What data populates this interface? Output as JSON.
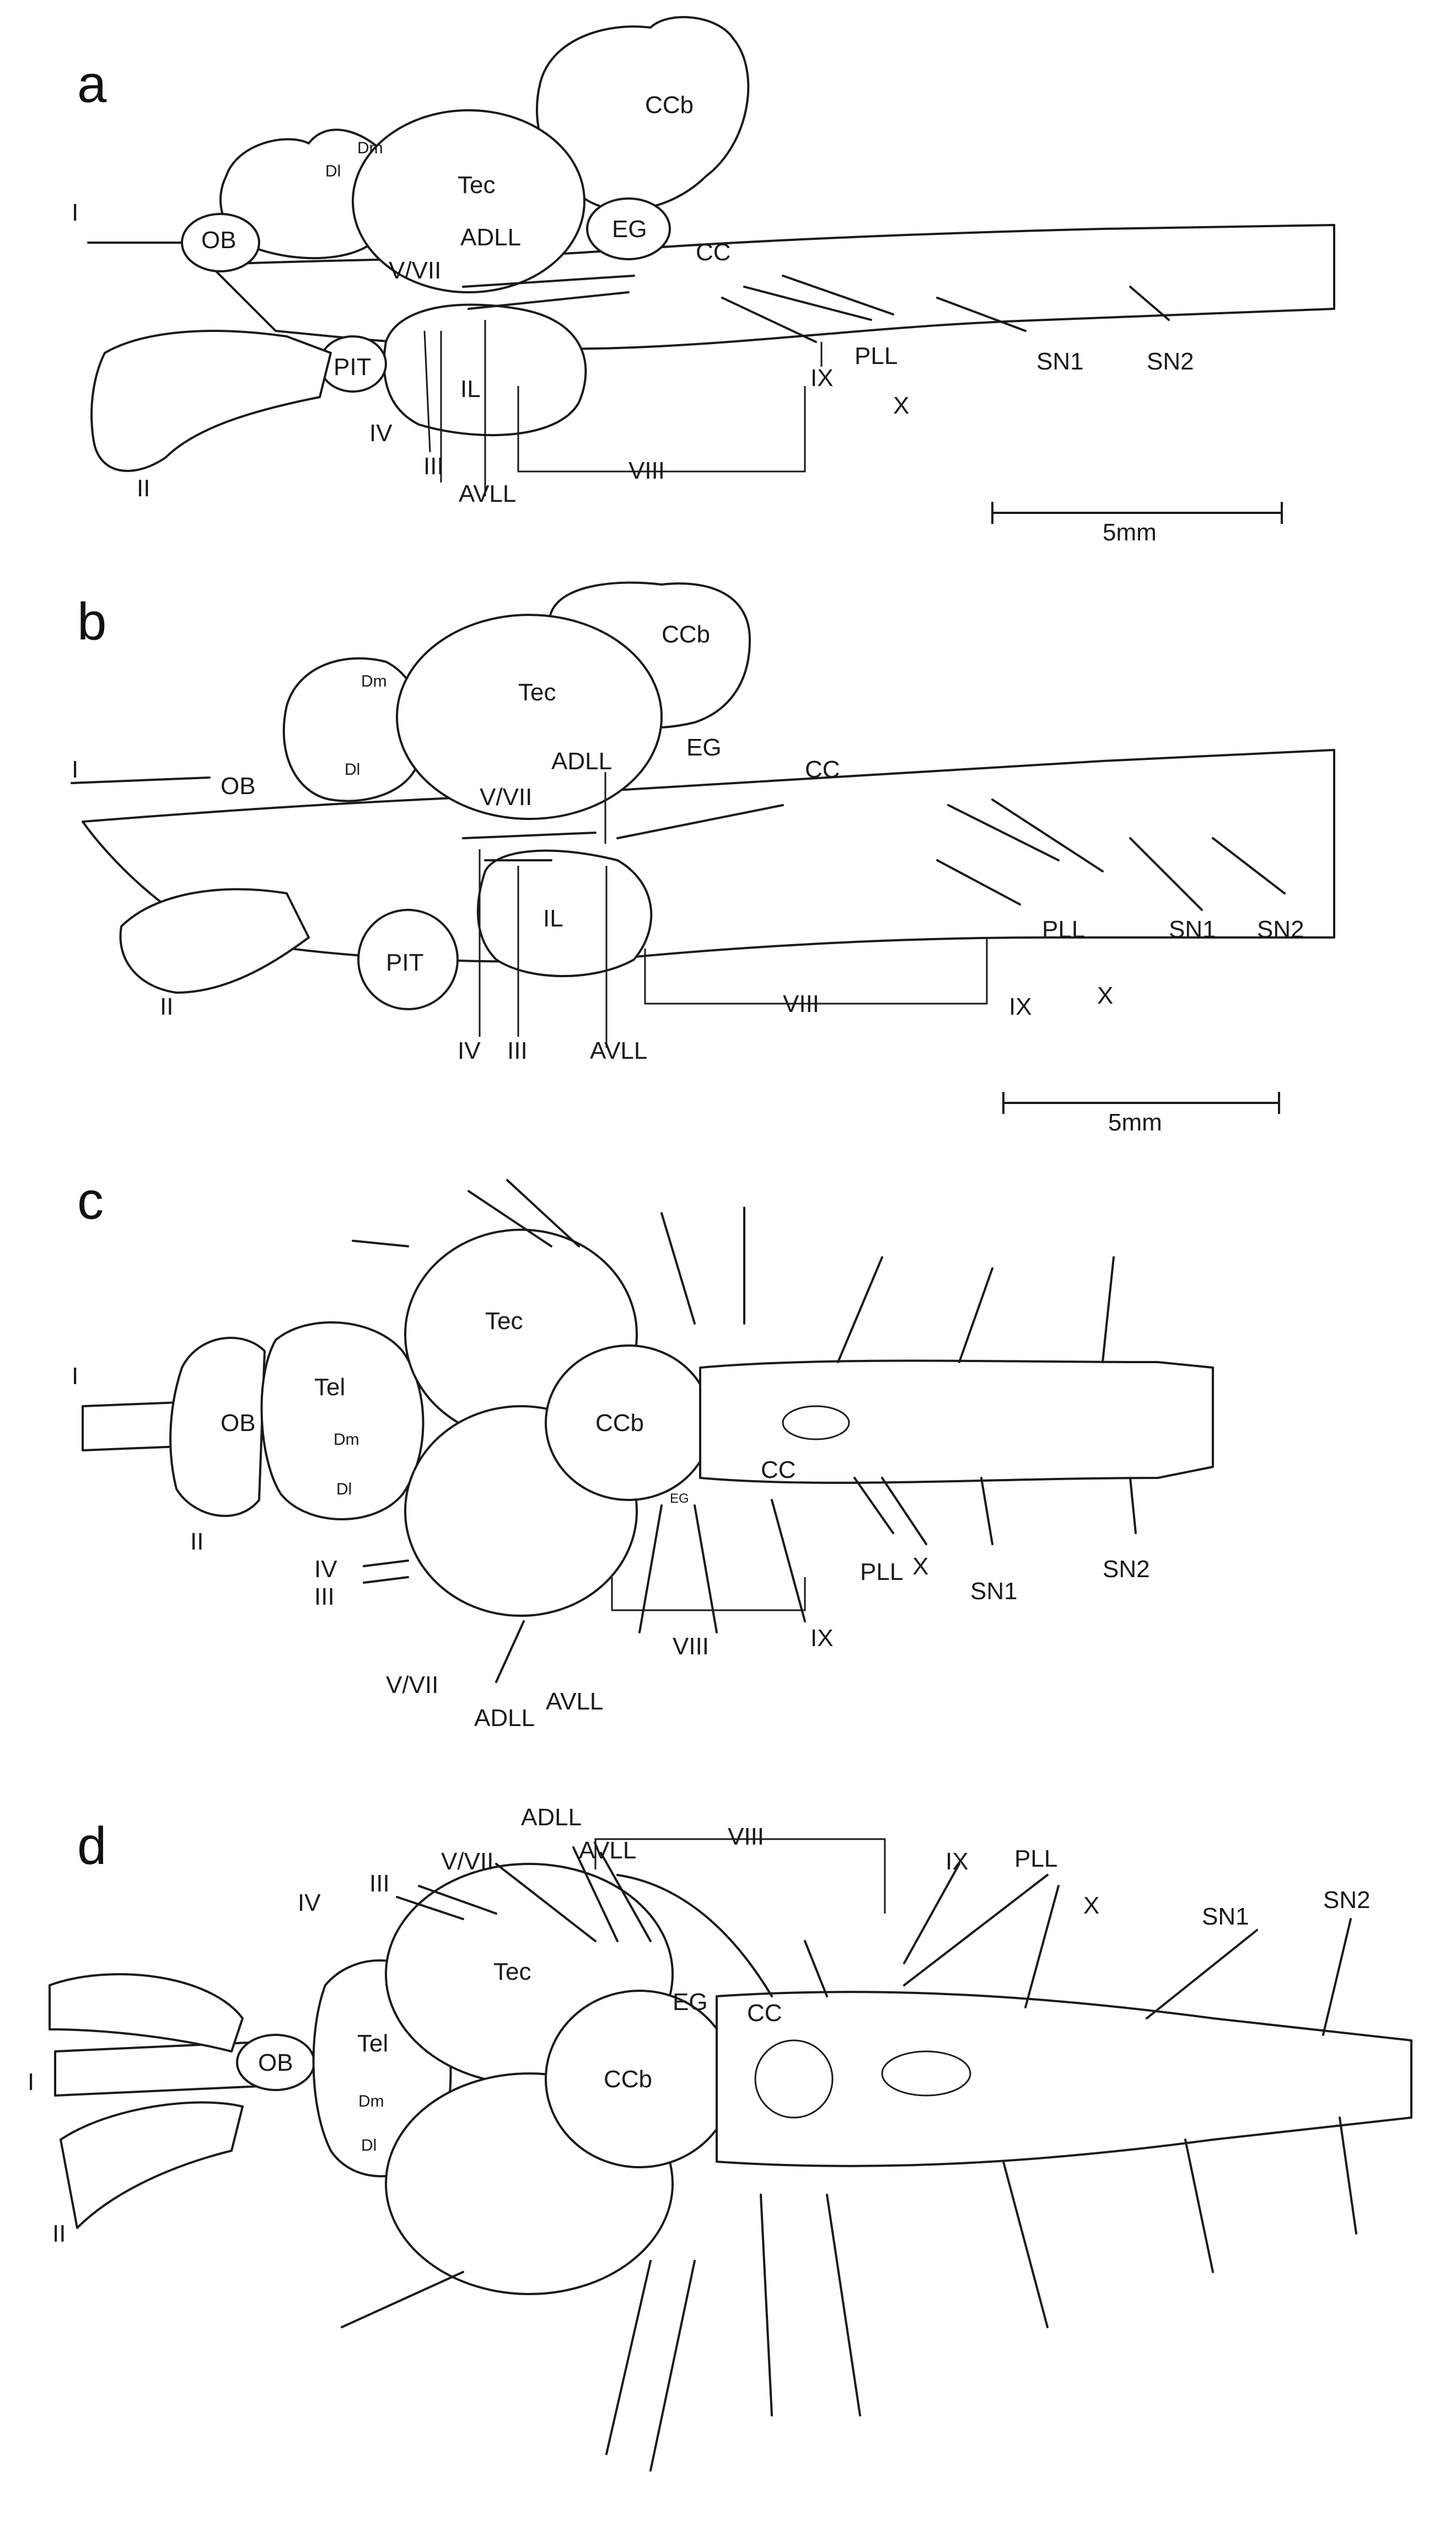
{
  "panels": {
    "a": {
      "letter": "a",
      "labels": {
        "I": "I",
        "OB": "OB",
        "Dl": "Dl",
        "Dm": "Dm",
        "Tec": "Tec",
        "CCb": "CCb",
        "EG": "EG",
        "CC": "CC",
        "ADLL": "ADLL",
        "VVII": "V/VII",
        "PIT": "PIT",
        "IL": "IL",
        "IV": "IV",
        "III": "III",
        "AVLL": "AVLL",
        "II": "II",
        "VIII": "VIII",
        "IX": "IX",
        "PLL": "PLL",
        "X": "X",
        "SN1": "SN1",
        "SN2": "SN2"
      },
      "scale_label": "5mm"
    },
    "b": {
      "letter": "b",
      "labels": {
        "I": "I",
        "OB": "OB",
        "Dl": "Dl",
        "Dm": "Dm",
        "Tec": "Tec",
        "CCb": "CCb",
        "EG": "EG",
        "CC": "CC",
        "ADLL": "ADLL",
        "VVII": "V/VII",
        "PIT": "PIT",
        "IL": "IL",
        "IV": "IV",
        "III": "III",
        "AVLL": "AVLL",
        "II": "II",
        "VIII": "VIII",
        "IX": "IX",
        "PLL": "PLL",
        "X": "X",
        "SN1": "SN1",
        "SN2": "SN2"
      },
      "scale_label": "5mm"
    },
    "c": {
      "letter": "c",
      "labels": {
        "I": "I",
        "OB": "OB",
        "Tel": "Tel",
        "Dm": "Dm",
        "Dl": "Dl",
        "Tec": "Tec",
        "CCb": "CCb",
        "CC": "CC",
        "EG": "EG",
        "II": "II",
        "IV": "IV",
        "III": "III",
        "VVII": "V/VII",
        "ADLL": "ADLL",
        "AVLL": "AVLL",
        "VIII": "VIII",
        "IX": "IX",
        "PLL": "PLL",
        "X": "X",
        "SN1": "SN1",
        "SN2": "SN2"
      }
    },
    "d": {
      "letter": "d",
      "labels": {
        "ADLL": "ADLL",
        "AVLL": "AVLL",
        "VIII": "VIII",
        "IV": "IV",
        "III": "III",
        "VVII": "V/VII",
        "IX": "IX",
        "PLL": "PLL",
        "X": "X",
        "SN1": "SN1",
        "SN2": "SN2",
        "Tec": "Tec",
        "EG": "EG",
        "CC": "CC",
        "OB": "OB",
        "Tel": "Tel",
        "I": "I",
        "Dm": "Dm",
        "Dl": "Dl",
        "CCb": "CCb",
        "II": "II"
      }
    }
  }
}
